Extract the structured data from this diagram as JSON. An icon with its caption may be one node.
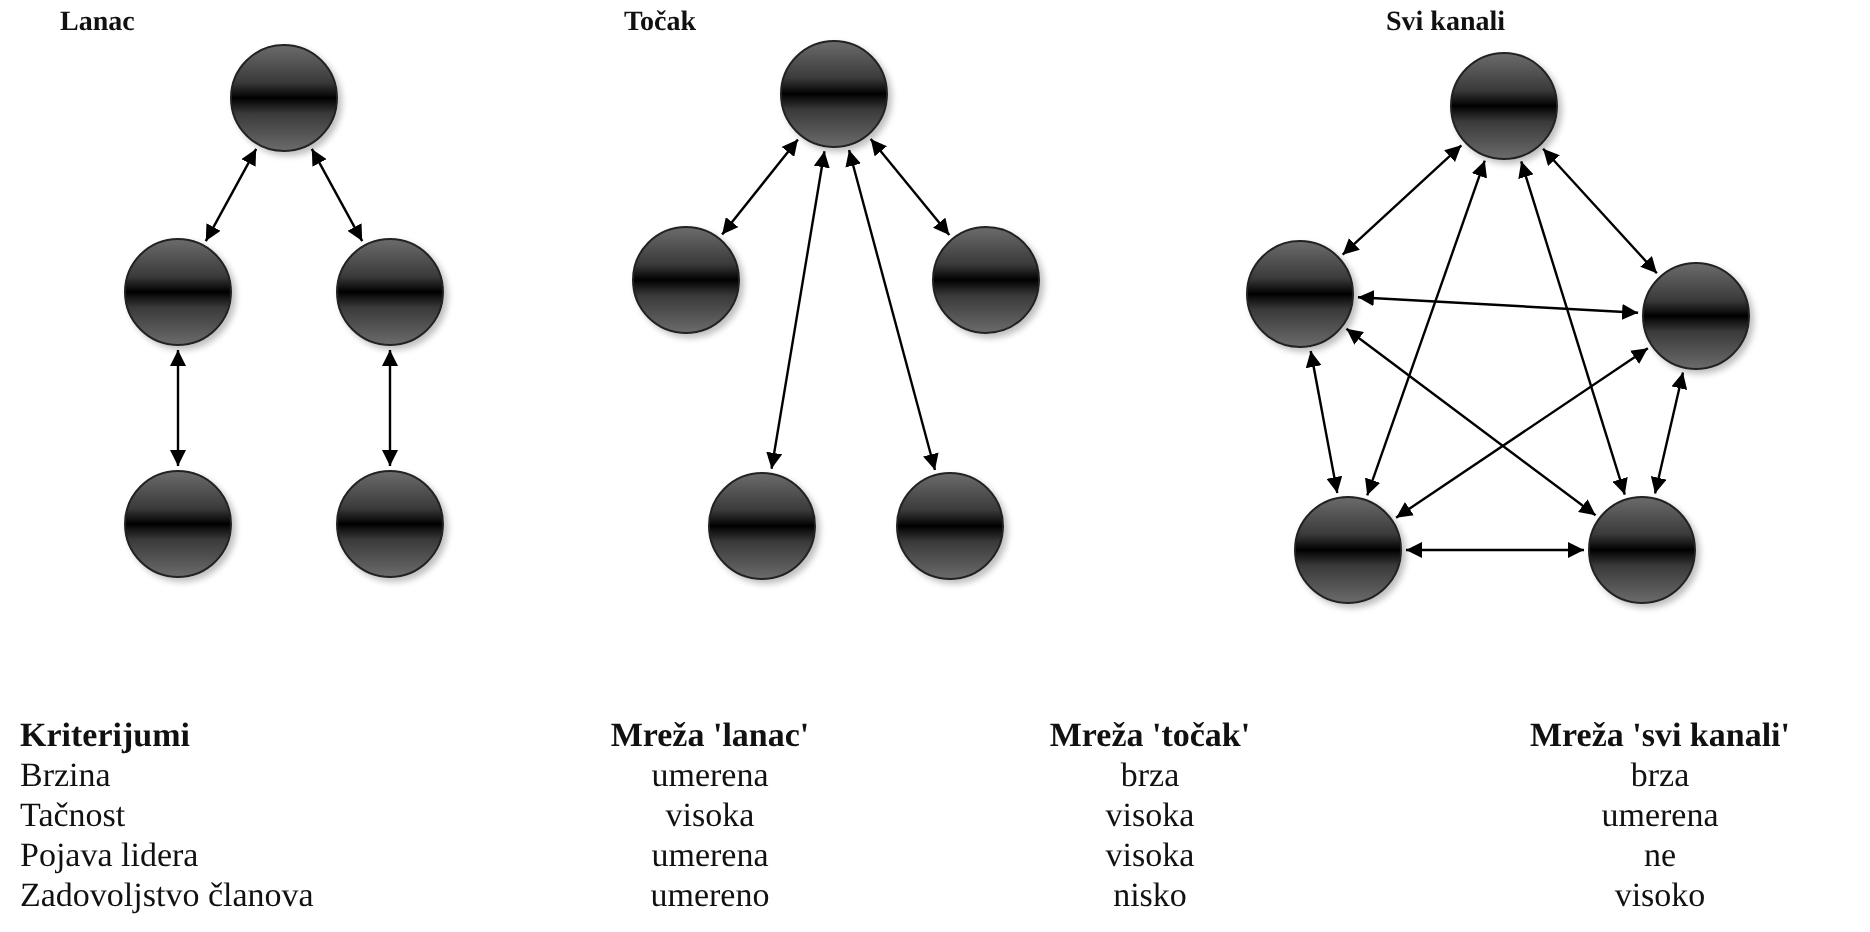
{
  "diagram": {
    "nodes": [
      {
        "text": [],
        "shape": "circle"
      },
      {
        "text": [],
        "shape": "circle"
      },
      {
        "text": [],
        "shape": "circle"
      },
      {
        "text": [],
        "shape": "circle"
      },
      {
        "text": [],
        "shape": "circle"
      },
      {
        "text": [],
        "shape": "circle"
      },
      {
        "text": [],
        "shape": "circle"
      },
      {
        "text": [],
        "shape": "circle"
      },
      {
        "text": [],
        "shape": "circle"
      },
      {
        "text": [],
        "shape": "circle"
      },
      {
        "text": [],
        "shape": "circle"
      },
      {
        "text": [],
        "shape": "circle"
      },
      {
        "text": [],
        "shape": "circle"
      },
      {
        "text": [],
        "shape": "circle"
      },
      {
        "text": [],
        "shape": "circle"
      }
    ],
    "edges": [
      {
        "from": 0,
        "to": 1,
        "arrow": "both"
      },
      {
        "from": 0,
        "to": 2,
        "arrow": "both"
      },
      {
        "from": 1,
        "to": 3,
        "arrow": "both"
      },
      {
        "from": 2,
        "to": 4,
        "arrow": "both"
      },
      {
        "from": 5,
        "to": 6,
        "arrow": "both"
      },
      {
        "from": 5,
        "to": 7,
        "arrow": "both"
      },
      {
        "from": 5,
        "to": 8,
        "arrow": "both"
      },
      {
        "from": 5,
        "to": 9,
        "arrow": "both"
      },
      {
        "from": 10,
        "to": 11,
        "arrow": "both"
      },
      {
        "from": 10,
        "to": 12,
        "arrow": "both"
      },
      {
        "from": 10,
        "to": 13,
        "arrow": "both"
      },
      {
        "from": 10,
        "to": 14,
        "arrow": "both"
      },
      {
        "from": 11,
        "to": 12,
        "arrow": "both"
      },
      {
        "from": 11,
        "to": 13,
        "arrow": "both"
      },
      {
        "from": 11,
        "to": 14,
        "arrow": "both"
      },
      {
        "from": 12,
        "to": 13,
        "arrow": "both"
      },
      {
        "from": 12,
        "to": 14,
        "arrow": "both"
      },
      {
        "from": 13,
        "to": 14,
        "arrow": "both"
      }
    ],
    "labels": [
      "Lanac",
      "Točak",
      "Svi kanali",
      "Kriterijumi",
      "Mreža 'lanac'",
      "Mreža 'točak'",
      "Mreža 'svi kanali'",
      "Brzina",
      "umerena",
      "brza",
      "brza",
      "Tačnost",
      "visoka",
      "visoka",
      "umerena",
      "Pojava lidera",
      "umerena",
      "visoka",
      "ne",
      "Zadovoljstvo članova",
      "umereno",
      "nisko",
      "visoko"
    ]
  }
}
